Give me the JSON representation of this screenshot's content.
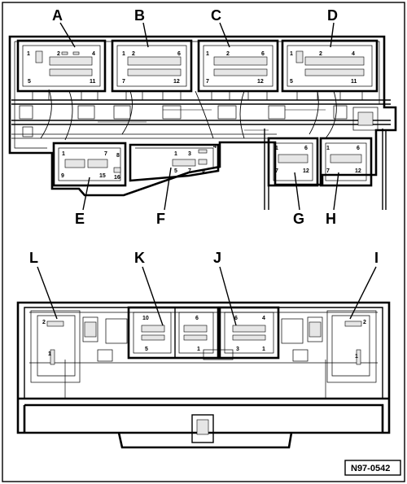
{
  "connectors": {
    "A": {
      "label": "A",
      "pins_top": [
        "1",
        "2",
        "4"
      ],
      "pins_bottom": [
        "5",
        "11"
      ]
    },
    "B": {
      "label": "B",
      "pins_top": [
        "1",
        "2",
        "6"
      ],
      "pins_bottom": [
        "7",
        "12"
      ]
    },
    "C": {
      "label": "C",
      "pins_top": [
        "1",
        "2",
        "6"
      ],
      "pins_bottom": [
        "7",
        "12"
      ]
    },
    "D": {
      "label": "D",
      "pins_top": [
        "1",
        "2",
        "4"
      ],
      "pins_bottom": [
        "5",
        "11"
      ]
    },
    "E": {
      "label": "E",
      "pins_top": [
        "1",
        "7",
        "8"
      ],
      "pins_bottom": [
        "9",
        "15",
        "16"
      ]
    },
    "F": {
      "label": "F",
      "pins_top": [
        "1",
        "3",
        "4"
      ],
      "pins_bottom": [
        "5",
        "7",
        "8"
      ]
    },
    "G": {
      "label": "G",
      "pins_top": [
        "1",
        "6"
      ],
      "pins_bottom": [
        "7",
        "12"
      ]
    },
    "H": {
      "label": "H",
      "pins_top": [
        "1",
        "6"
      ],
      "pins_bottom": [
        "7",
        "12"
      ]
    },
    "I": {
      "label": "I",
      "pins": [
        "2",
        "1"
      ]
    },
    "J": {
      "label": "J",
      "pins_top": [
        "6",
        "4"
      ],
      "pins_bottom": [
        "3",
        "1"
      ]
    },
    "K": {
      "label": "K",
      "pins_top": [
        "10",
        "6"
      ],
      "pins_bottom": [
        "5",
        "1"
      ]
    },
    "L": {
      "label": "L",
      "pins": [
        "2",
        "1"
      ]
    }
  },
  "reference": "N97-0542"
}
